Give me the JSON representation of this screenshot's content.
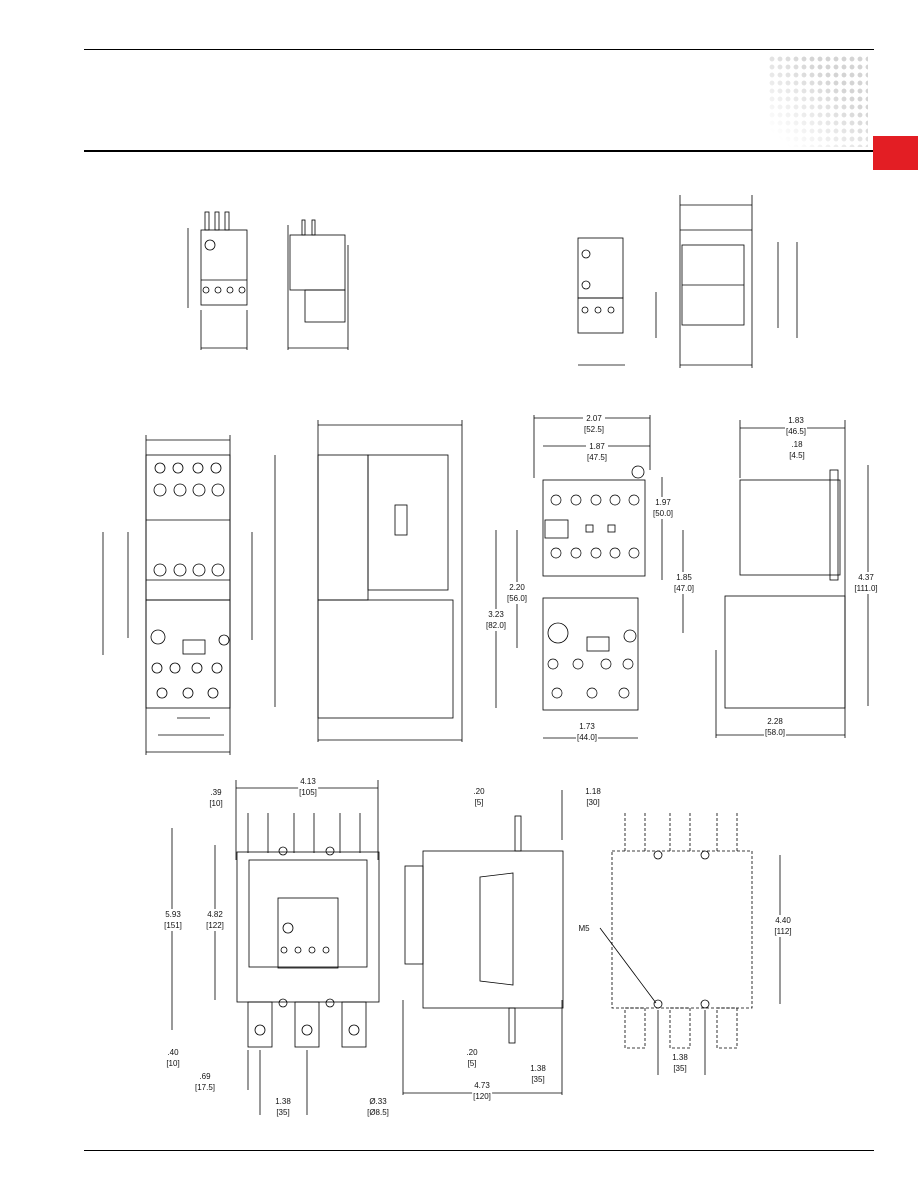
{
  "colors": {
    "accent": "#e31e24",
    "line": "#000000"
  },
  "row2": {
    "front_width_overall": {
      "in": "2.07",
      "mm": "[52.5]"
    },
    "front_width_top": {
      "in": "1.87",
      "mm": "[47.5]"
    },
    "front_height_top": {
      "in": "1.97",
      "mm": "[50.0]"
    },
    "front_height_mid": {
      "in": "2.20",
      "mm": "[56.0]"
    },
    "front_height_total": {
      "in": "3.23",
      "mm": "[82.0]"
    },
    "front_height_center": {
      "in": "1.85",
      "mm": "[47.0]"
    },
    "front_width_bottom": {
      "in": "1.73",
      "mm": "[44.0]"
    },
    "side_width_top": {
      "in": "1.83",
      "mm": "[46.5]"
    },
    "side_offset": {
      "in": ".18",
      "mm": "[4.5]"
    },
    "side_height": {
      "in": "4.37",
      "mm": "[111.0]"
    },
    "side_width_bottom": {
      "in": "2.28",
      "mm": "[58.0]"
    }
  },
  "row3": {
    "front_width": {
      "in": "4.13",
      "mm": "[105]"
    },
    "top_slot": {
      "in": ".39",
      "mm": "[10]"
    },
    "total_height": {
      "in": "5.93",
      "mm": "[151]"
    },
    "body_height": {
      "in": "4.82",
      "mm": "[122]"
    },
    "bottom_offset": {
      "in": ".40",
      "mm": "[10]"
    },
    "terminal_edge": {
      "in": ".69",
      "mm": "[17.5]"
    },
    "terminal_pitch": {
      "in": "1.38",
      "mm": "[35]"
    },
    "hole_diameter": {
      "in": "Ø.33",
      "mm": "[Ø8.5]"
    },
    "side_top_tab": {
      "in": ".20",
      "mm": "[5]"
    },
    "side_top_depth": {
      "in": "1.18",
      "mm": "[30]"
    },
    "side_bottom_tab": {
      "in": ".20",
      "mm": "[5]"
    },
    "side_bottom_depth": {
      "in": "1.38",
      "mm": "[35]"
    },
    "side_total_depth": {
      "in": "4.73",
      "mm": "[120]"
    },
    "mount_screw": "M5",
    "mount_height": {
      "in": "4.40",
      "mm": "[112]"
    },
    "mount_pitch": {
      "in": "1.38",
      "mm": "[35]"
    }
  }
}
